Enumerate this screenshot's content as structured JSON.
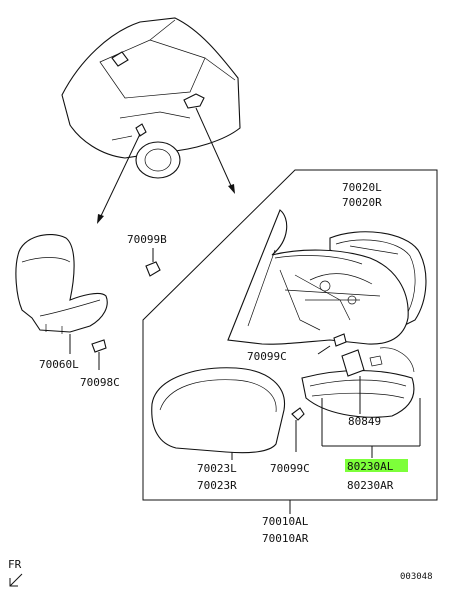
{
  "parts": {
    "p70020L": "70020L",
    "p70020R": "70020R",
    "p70099B": "70099B",
    "p70060L": "70060L",
    "p70098C": "70098C",
    "p70099C_a": "70099C",
    "p80849": "80849",
    "p70023L": "70023L",
    "p70023R": "70023R",
    "p70099C_b": "70099C",
    "p80230AL": "80230AL",
    "p80230AR": "80230AR",
    "p70010AL": "70010AL",
    "p70010AR": "70010AR"
  },
  "orientation_label": "FR",
  "drawing_number": "003048",
  "highlight": {
    "part": "80230AL",
    "color": "#7dff3a"
  }
}
